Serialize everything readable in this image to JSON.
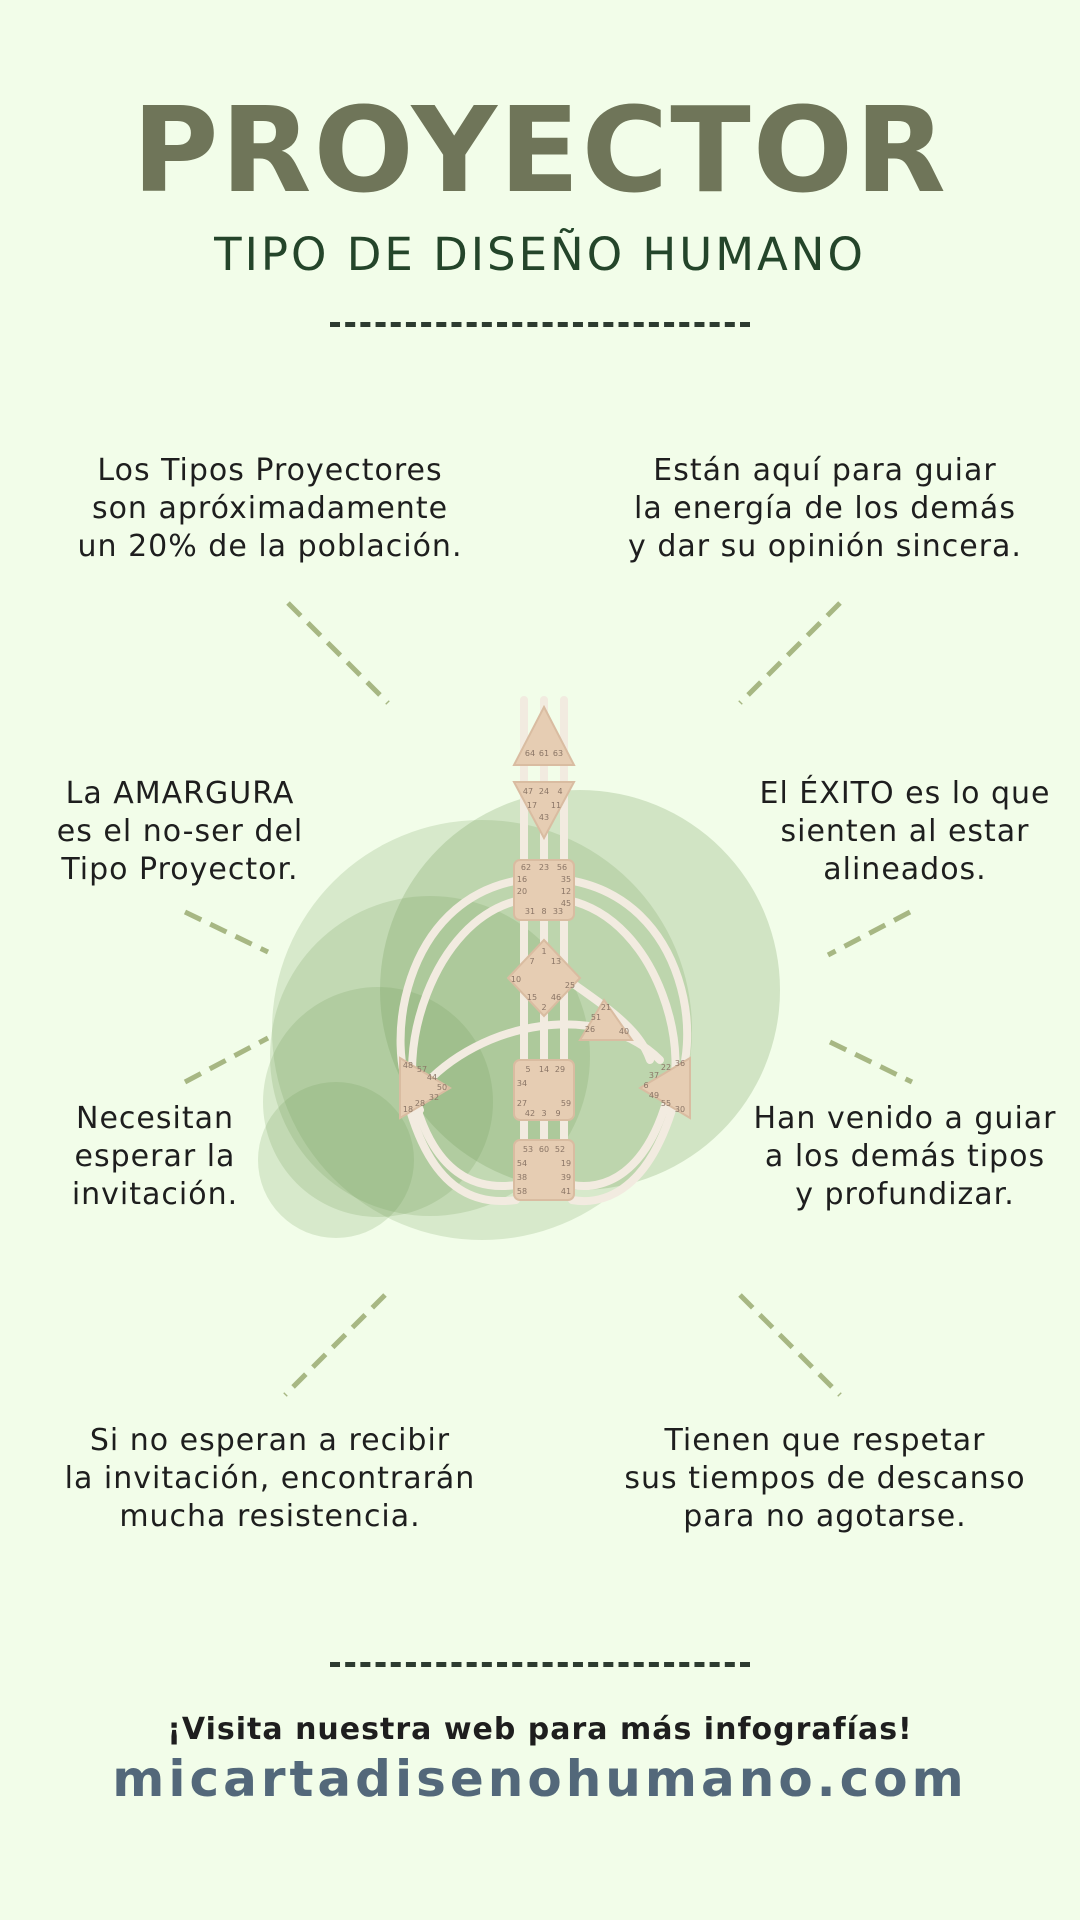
{
  "header": {
    "title": "PROYECTOR",
    "subtitle": "TIPO DE DISEÑO HUMANO"
  },
  "facts": {
    "top_left": "Los Tipos Proyectores\nson apróximadamente\nun 20% de la población.",
    "top_right": "Están aquí para guiar\nla energía de los demás\ny dar su opinión sincera.",
    "mid_left": "La AMARGURA\nes el no-ser del\nTipo Proyector.",
    "mid_right": "El ÉXITO es lo que\nsienten al estar\nalineados.",
    "low_left": "Necesitan\nesperar la\ninvitación.",
    "low_right": "Han venido a guiar\na los demás tipos\ny profundizar.",
    "bottom_left": "Si no esperan a recibir\nla invitación, encontrarán\nmucha resistencia.",
    "bottom_right": "Tienen que respetar\nsus tiempos de descanso\npara no agotarse."
  },
  "bodygraph": {
    "head_gates": [
      "64",
      "61",
      "63"
    ],
    "ajna_gates": [
      "47",
      "24",
      "4",
      "17",
      "11",
      "43"
    ],
    "throat_gates": [
      "62",
      "23",
      "56",
      "16",
      "35",
      "20",
      "12",
      "45",
      "31",
      "8",
      "33"
    ],
    "g_gates": [
      "1",
      "7",
      "13",
      "10",
      "25",
      "15",
      "46",
      "2"
    ],
    "heart_gates": [
      "21",
      "51",
      "26",
      "40"
    ],
    "spleen_gates": [
      "48",
      "57",
      "44",
      "50",
      "32",
      "28",
      "18"
    ],
    "sacral_gates": [
      "5",
      "14",
      "29",
      "34",
      "27",
      "59",
      "42",
      "3",
      "9"
    ],
    "solar_gates": [
      "36",
      "22",
      "37",
      "6",
      "49",
      "55",
      "30"
    ],
    "root_gates": [
      "53",
      "60",
      "52",
      "54",
      "19",
      "38",
      "39",
      "58",
      "41"
    ]
  },
  "footer": {
    "cta": "¡Visita nuestra web para más infografías!",
    "url": "micartadisenohumano.com"
  },
  "colors": {
    "background": "#f2fde9",
    "title": "#6f7559",
    "subtitle": "#24452a",
    "url": "#53687a",
    "dash_accent": "#a7b783",
    "circle": "#6e9a57",
    "center_fill": "#e6cdb3"
  }
}
